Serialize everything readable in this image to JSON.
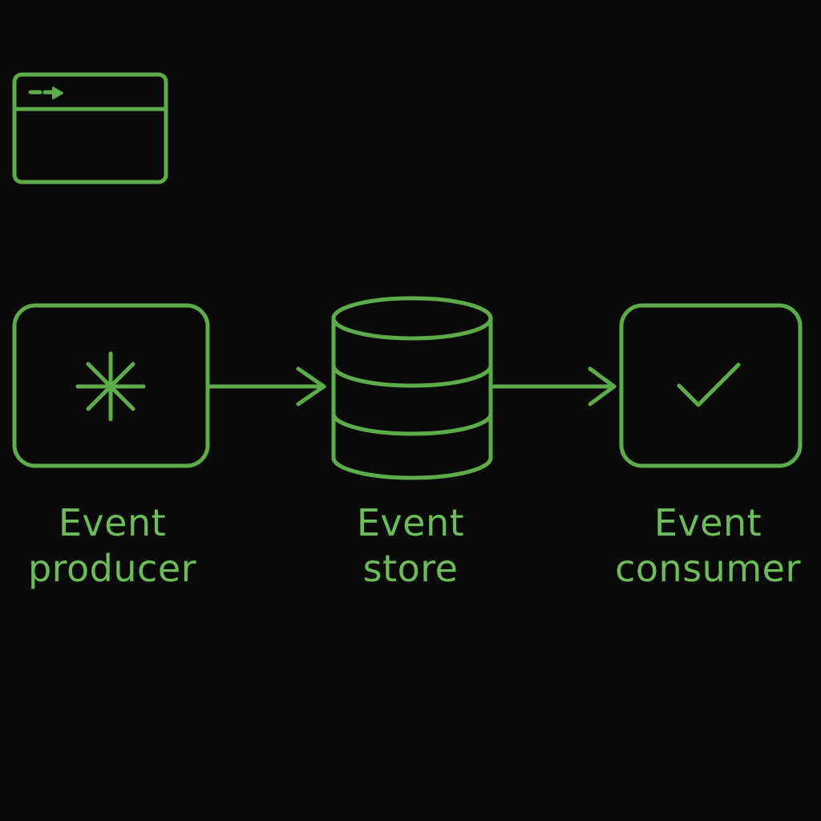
{
  "colors": {
    "background": "#0a0a0a",
    "accent": "#5cad4a",
    "text": "#6cbd5a"
  },
  "browser_window": {
    "icon": "browser-window-icon"
  },
  "nodes": [
    {
      "id": "producer",
      "icon": "asterisk-icon",
      "line1": "Event",
      "line2": "producer"
    },
    {
      "id": "store",
      "icon": "database-icon",
      "line1": "Event",
      "line2": "store"
    },
    {
      "id": "consumer",
      "icon": "checkmark-icon",
      "line1": "Event",
      "line2": "consumer"
    }
  ],
  "edges": [
    {
      "from": "producer",
      "to": "store",
      "icon": "arrow-right-icon"
    },
    {
      "from": "store",
      "to": "consumer",
      "icon": "arrow-right-icon"
    }
  ]
}
